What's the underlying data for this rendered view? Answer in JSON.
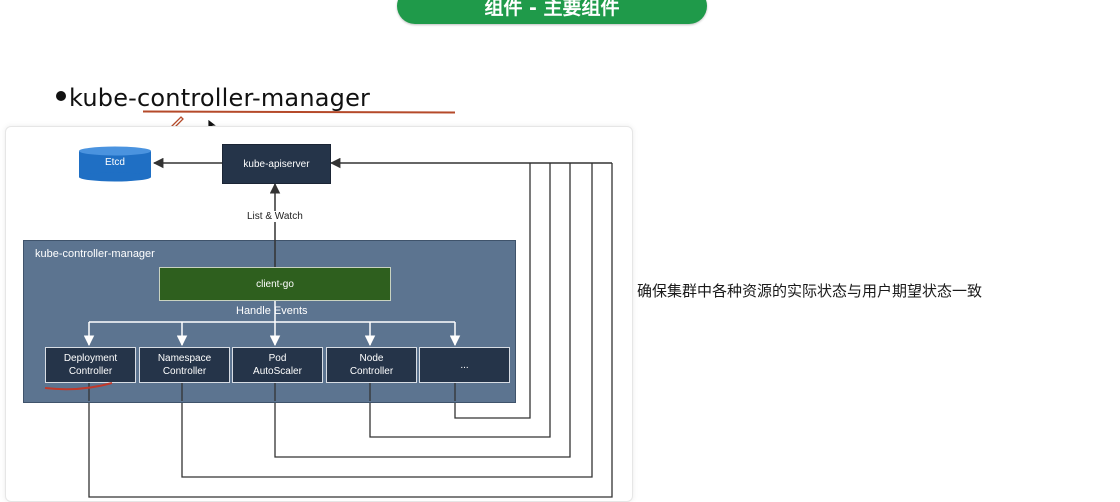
{
  "header": {
    "title": "组件 - 主要组件"
  },
  "bullet": {
    "text": "kube-controller-manager"
  },
  "diagram": {
    "etcd_label": "Etcd",
    "apiserver_label": "kube-apiserver",
    "list_watch_label": "List & Watch",
    "kcm_label": "kube-controller-manager",
    "client_go_label": "client-go",
    "handle_events_label": "Handle Events",
    "controllers": [
      {
        "line1": "Deployment",
        "line2": "Controller"
      },
      {
        "line1": "Namespace",
        "line2": "Controller"
      },
      {
        "line1": "Pod",
        "line2": "AutoScaler"
      },
      {
        "line1": "Node",
        "line2": "Controller"
      },
      {
        "line1": "...",
        "line2": ""
      }
    ],
    "colors": {
      "etcd": "#1f6fc4",
      "apiserver": "#253449",
      "kcm_background": "#5c7490",
      "client_go": "#2e5f1e",
      "annotation": "#b54a2a"
    }
  },
  "side_note": {
    "text": "确保集群中各种资源的实际状态与用户期望状态一致"
  }
}
